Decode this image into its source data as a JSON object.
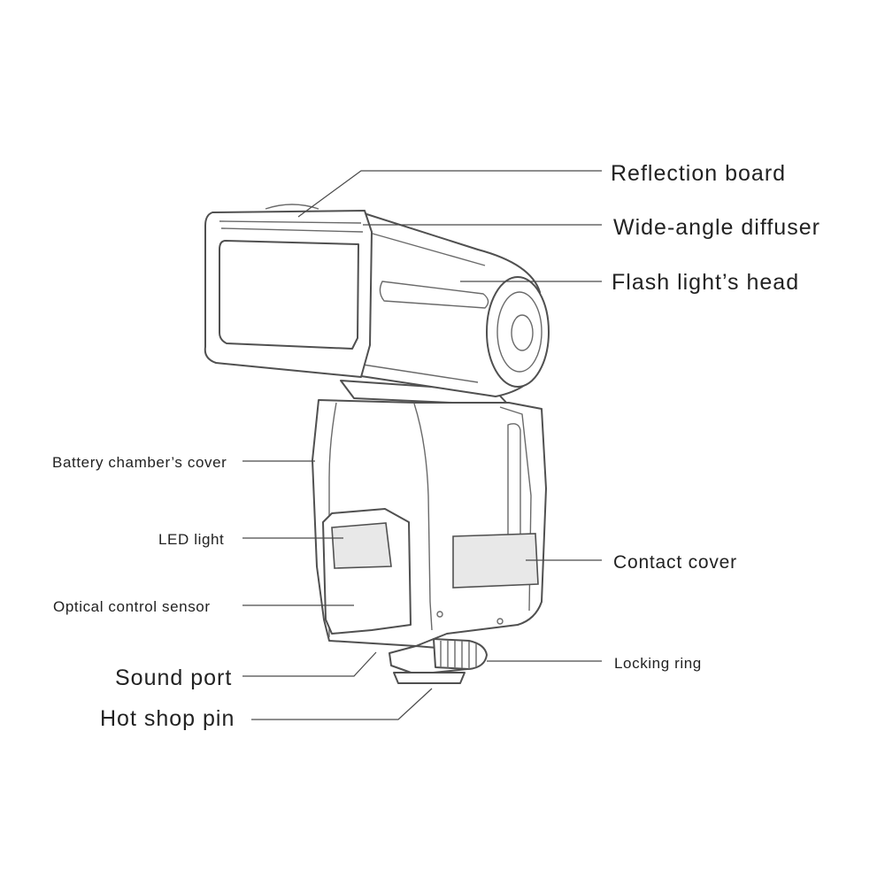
{
  "labels": {
    "reflection_board": "Reflection board",
    "wide_angle_diffuser": "Wide-angle diffuser",
    "flash_head": "Flash light’s head",
    "battery_cover": "Battery chamber’s cover",
    "led_light": "LED light",
    "contact_cover": "Contact cover",
    "optical_sensor": "Optical control sensor",
    "locking_ring": "Locking ring",
    "sound_port": "Sound port",
    "hot_shoe_pin": "Hot shop pin"
  }
}
